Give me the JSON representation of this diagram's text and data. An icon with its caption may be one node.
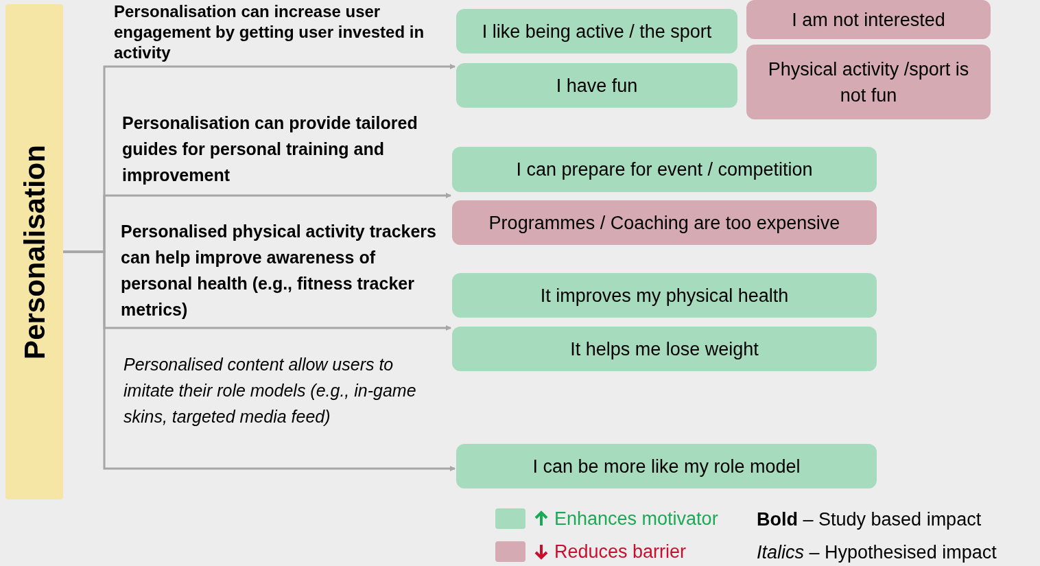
{
  "diagram": {
    "nodes": [
      {
        "text": [
          "Personalisation"
        ]
      },
      {
        "text": [
          "I like being active / the sport"
        ]
      },
      {
        "text": [
          "I am not interested"
        ]
      },
      {
        "text": [
          "I have fun"
        ]
      },
      {
        "text": [
          "Physical activity /sport is not fun"
        ]
      },
      {
        "text": [
          "I can prepare for event / competition"
        ]
      },
      {
        "text": [
          "Programmes / Coaching are too expensive"
        ]
      },
      {
        "text": [
          "It improves my physical health"
        ]
      },
      {
        "text": [
          "It helps me lose weight"
        ]
      },
      {
        "text": [
          "I can be more like my role model"
        ]
      }
    ],
    "edges": [
      {
        "from": 0,
        "to": 3,
        "arrow": "to",
        "label": "Personalisation can increase user engagement by getting user invested in activity"
      },
      {
        "from": 0,
        "to": 5,
        "arrow": "to",
        "label": "Personalisation can provide tailored guides for personal training and improvement"
      },
      {
        "from": 0,
        "to": 8,
        "arrow": "to",
        "label": "Personalised physical activity trackers can help improve awareness of personal health (e.g., fitness tracker metrics)"
      },
      {
        "from": 0,
        "to": 9,
        "arrow": "to",
        "label": "Personalised content allow users to imitate their role models (e.g., in-game skins, targeted media feed)"
      }
    ],
    "labels": [
      "**Bold** – Study based impact",
      "*Italics* – Hypothesised impact"
    ],
    "legend": [
      {
        "text": "Enhances motivator",
        "color": "#a6dbbd"
      },
      {
        "text": "Reduces barrier",
        "color": "#d5aab3"
      }
    ]
  }
}
